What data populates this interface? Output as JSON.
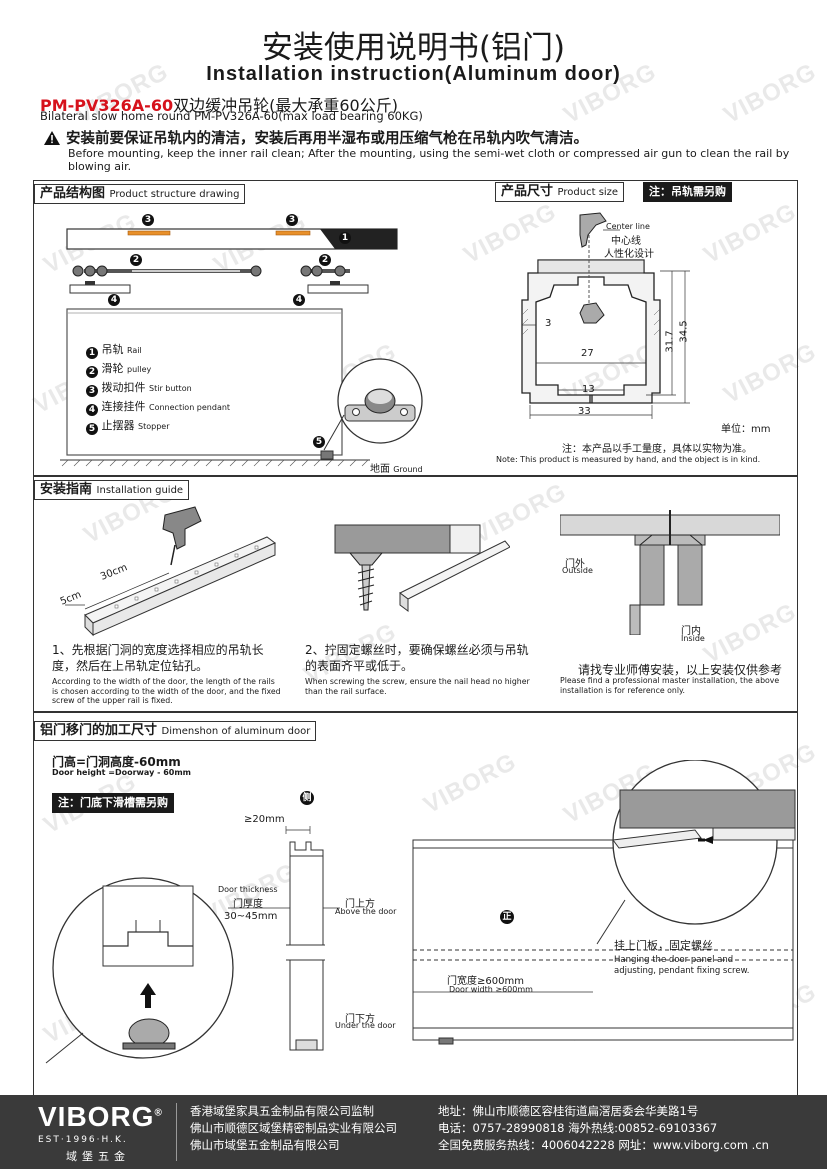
{
  "watermark": "VIBORG",
  "header": {
    "title_cn": "安装使用说明书(铝门)",
    "title_en": "Installation instruction(Aluminum door)",
    "model_code": "PM-PV326A-60",
    "model_cn": "双边缓冲吊轮(最大承重60公斤)",
    "model_en": "Bilateral slow home round PM-PV326A-60(max load bearing 60KG)",
    "warning_cn": "安装前要保证吊轨内的清洁，安装后再用半湿布或用压缩气枪在吊轨内吹气清洁。",
    "warning_en": "Before mounting, keep the inner rail clean; After the mounting, using the semi-wet cloth or compressed air gun to clean the rail by blowing air."
  },
  "structure": {
    "title_cn": "产品结构图",
    "title_en": "Product structure drawing",
    "parts": [
      {
        "num": "1",
        "cn": "吊轨",
        "en": "Rail"
      },
      {
        "num": "2",
        "cn": "滑轮",
        "en": "pulley"
      },
      {
        "num": "3",
        "cn": "拨动扣件",
        "en": "Stir button"
      },
      {
        "num": "4",
        "cn": "连接挂件",
        "en": "Connection pendant"
      },
      {
        "num": "5",
        "cn": "止摆器",
        "en": "Stopper"
      }
    ],
    "ground_cn": "地面",
    "ground_en": "Ground"
  },
  "size": {
    "title_cn": "产品尺寸",
    "title_en": "Product size",
    "badge": "注：吊轨需另购",
    "center_en": "Center line",
    "center_cn": "中心线",
    "design_cn": "人性化设计",
    "dims": {
      "d3": "3",
      "d27": "27",
      "d13": "13",
      "d33": "33",
      "d317": "31.7",
      "d345": "34.5"
    },
    "unit": "单位：mm",
    "note_cn": "注：本产品以手工量度，具体以实物为准。",
    "note_en": "Note: This product is measured by hand, and the object is in kind."
  },
  "guide": {
    "title_cn": "安装指南",
    "title_en": "Installation guide",
    "dim_30": "30cm",
    "dim_5": "5cm",
    "step1_cn": "1、先根据门洞的宽度选择相应的吊轨长度，然后在上吊轨定位钻孔。",
    "step1_en": "According to the width of the door, the length of the rails is chosen according to the width of the door, and the fixed screw of the upper rail is fixed.",
    "step2_cn": "2、拧固定螺丝时，要确保螺丝必须与吊轨的表面齐平或低于。",
    "step2_en": "When screwing the screw, ensure the nail head no higher than the rail surface.",
    "outside_cn": "门外",
    "outside_en": "Outside",
    "inside_cn": "门内",
    "inside_en": "Inside",
    "step3_cn": "请找专业师傅安装，以上安装仅供参考",
    "step3_en": "Please find a professional master installation, the above installation is for reference only."
  },
  "alum": {
    "title_cn": "铝门移门的加工尺寸",
    "title_en": "Dimenshon of aluminum door",
    "height_cn": "门高=门洞高度-60mm",
    "height_en": "Door height =Doorway - 60mm",
    "badge": "注：门底下滑槽需另购",
    "side_mark": "侧",
    "front_mark": "正",
    "groove": "≥20mm",
    "thick_en": "Door thickness",
    "thick_cn": "门厚度",
    "thick_range": "30~45mm",
    "above_cn": "门上方",
    "above_en": "Above the door",
    "under_cn": "门下方",
    "under_en": "Under the door",
    "width_cn": "门宽度≥600mm",
    "width_en": "Door width ≥600mm",
    "hang_cn": "挂上门板，固定螺丝",
    "hang_en": "Hanging the door panel and adjusting, pendant fixing screw."
  },
  "footer": {
    "logo": "VIBORG",
    "est": "EST·1996·H.K.",
    "brand_cn": "域堡五金",
    "company1": "香港域堡家具五金制品有限公司监制",
    "company2": "佛山市顺德区域堡精密制品实业有限公司",
    "company3": "佛山市域堡五金制品有限公司",
    "address": "地址：佛山市顺德区容桂街道扁滘居委会华美路1号",
    "phone": "电话：0757-28990818  海外热线:00852-69103367",
    "hotline": "全国免费服务热线：4006042228   网址：www.viborg.com .cn"
  }
}
